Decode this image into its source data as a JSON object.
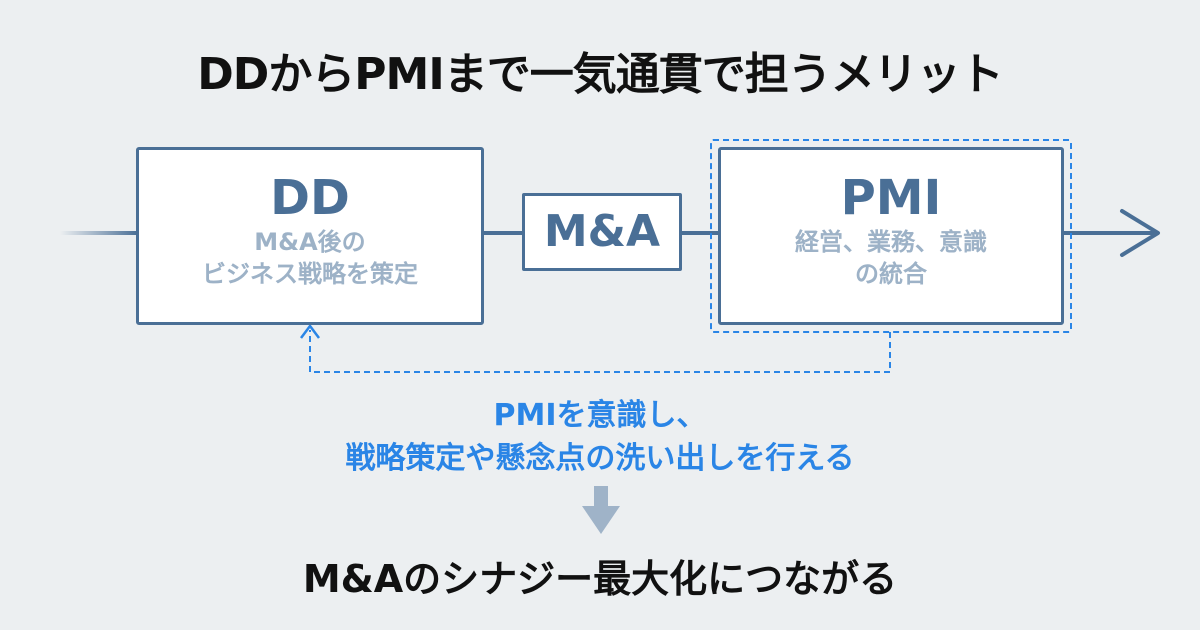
{
  "title": "DDからPMIまで一気通貫で担うメリット",
  "colors": {
    "background": "#eceff1",
    "box_border": "#4a6f96",
    "sub_text": "#9db2c7",
    "accent_blue": "#2a85e6",
    "down_arrow": "#9fb3c8"
  },
  "nodes": {
    "dd": {
      "heading": "DD",
      "lines": [
        "M&A後の",
        "ビジネス戦略を策定"
      ]
    },
    "ma": {
      "label": "M&A"
    },
    "pmi": {
      "heading": "PMI",
      "lines": [
        "経営、業務、意識",
        "の統合"
      ]
    }
  },
  "feedback": {
    "lines": [
      "PMIを意識し、",
      "戦略策定や懸念点の洗い出しを行える"
    ]
  },
  "result": "M&Aのシナジー最大化につながる"
}
